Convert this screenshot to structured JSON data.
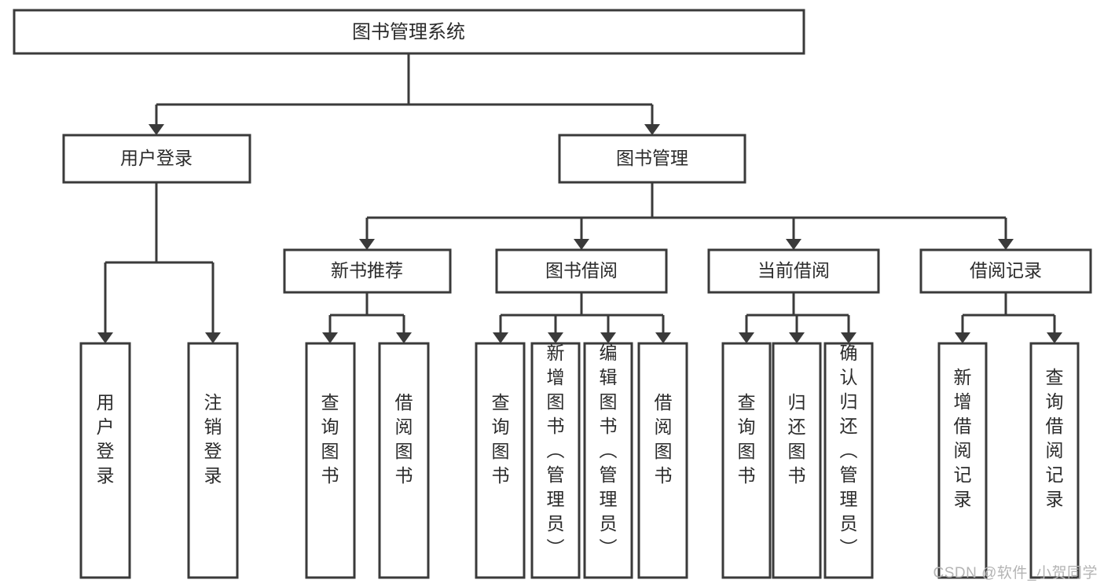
{
  "diagram": {
    "title": "图书管理系统",
    "type": "tree-hierarchy",
    "watermark": "CSDN @软件_小贺同学",
    "colors": {
      "box_stroke": "#3a3a3a",
      "box_fill": "#ffffff",
      "text": "#2b2b2b",
      "connector": "#3a3a3a",
      "watermark": "#b4b4b4",
      "background": "#ffffff"
    },
    "root": {
      "label": "图书管理系统"
    },
    "level2": [
      {
        "label": "用户登录"
      },
      {
        "label": "图书管理"
      }
    ],
    "level3": [
      {
        "label": "新书推荐"
      },
      {
        "label": "图书借阅"
      },
      {
        "label": "当前借阅"
      },
      {
        "label": "借阅记录"
      }
    ],
    "leaves": {
      "user_login": [
        {
          "label": "用户登录"
        },
        {
          "label": "注销登录"
        }
      ],
      "new_book_recommend": [
        {
          "label": "查询图书"
        },
        {
          "label": "借阅图书"
        }
      ],
      "book_borrow": [
        {
          "label": "查询图书"
        },
        {
          "label": "新增图书（管理员）"
        },
        {
          "label": "编辑图书（管理员）"
        },
        {
          "label": "借阅图书"
        }
      ],
      "current_borrow": [
        {
          "label": "查询图书"
        },
        {
          "label": "归还图书"
        },
        {
          "label": "确认归还（管理员）"
        }
      ],
      "borrow_record": [
        {
          "label": "新增借阅记录"
        },
        {
          "label": "查询借阅记录"
        }
      ]
    }
  }
}
